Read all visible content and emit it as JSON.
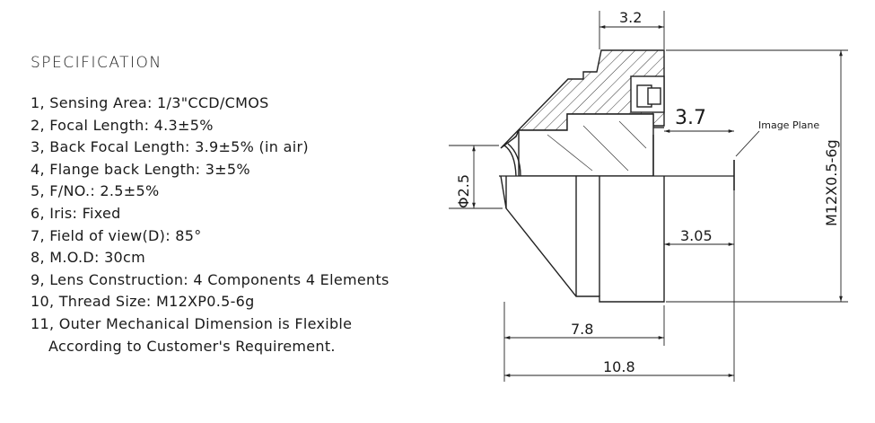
{
  "spec": {
    "title": "SPECIFICATION",
    "items": [
      "1, Sensing Area: 1/3\"CCD/CMOS",
      "2, Focal Length: 4.3±5%",
      "3, Back Focal Length: 3.9±5% (in air)",
      "4, Flange back Length: 3±5%",
      "5, F/NO.: 2.5±5%",
      "6, Iris: Fixed",
      "7, Field of view(D): 85°",
      "8, M.O.D: 30cm",
      "9, Lens Construction: 4 Components 4 Elements",
      "10, Thread Size: M12XP0.5-6g",
      "11, Outer Mechanical Dimension is Flexible",
      "According to Customer's Requirement."
    ]
  },
  "drawing": {
    "dim_top": "3.2",
    "dim_bfl": "3.7",
    "dim_thread_len": "3.05",
    "dim_body": "7.8",
    "dim_total": "10.8",
    "dim_aperture": "Φ2.5",
    "dim_thread": "M12X0.5-6g",
    "image_plane_label": "Image Plane"
  }
}
